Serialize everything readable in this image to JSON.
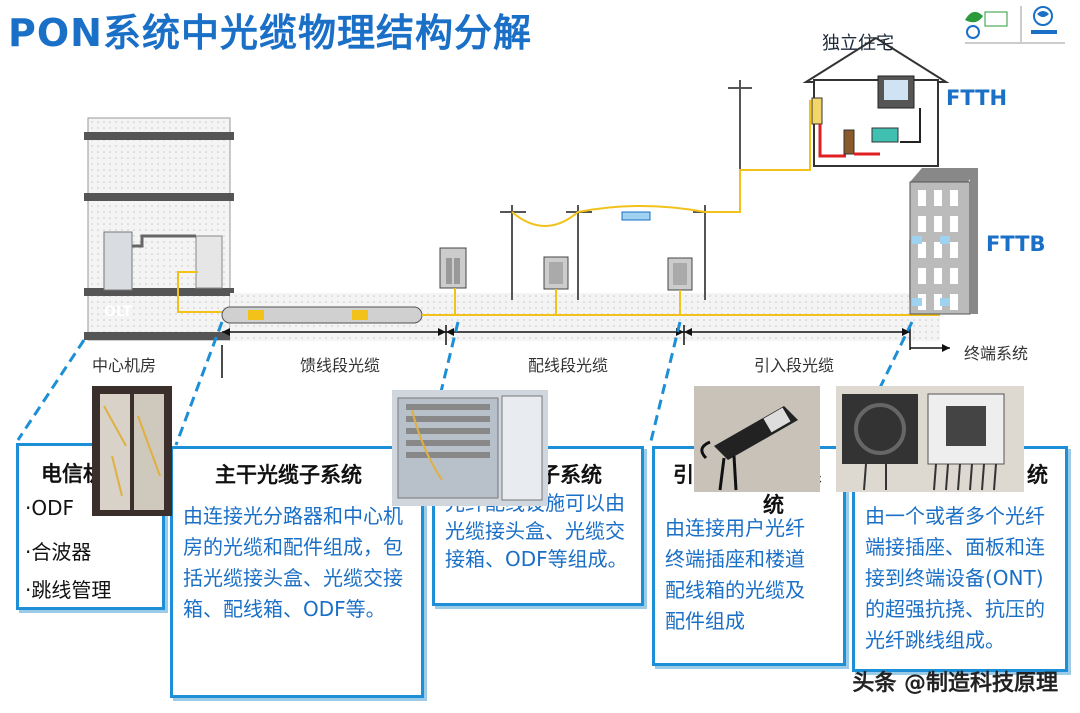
{
  "title": "PON系统中光缆物理结构分解",
  "labels": {
    "house": "独立住宅",
    "ftth": "FTTH",
    "fttb": "FTTB",
    "olt": "OLT",
    "central_office": "中心机房",
    "feeder": "馈线段光缆",
    "distribution": "配线段光缆",
    "drop": "引入段光缆",
    "terminal": "终端系统"
  },
  "boxes": {
    "telecom": {
      "heading": "电信机",
      "bullets": [
        "ODF",
        "合波器",
        "跳线管理"
      ]
    },
    "trunk": {
      "heading": "主干光缆子系统",
      "text": "由连接光分路器和中心机房的光缆和配件组成，包括光缆接头盒、光缆交接箱、配线箱、ODF等。"
    },
    "distribution": {
      "heading": "子系统",
      "text": "光纤配线设施可以由光缆接头盒、光缆交接箱、ODF等组成。"
    },
    "drop": {
      "heading_a": "引",
      "heading_b": "系",
      "heading_c": "统",
      "text": "由连接用户光纤终端插座和楼道配线箱的光缆及配件组成"
    },
    "terminal": {
      "heading": "统",
      "text": "由一个或者多个光纤端接插座、面板和连接到终端设备(ONT)的超强抗挠、抗压的光纤跳线组成。"
    }
  },
  "footer": "头条 @制造科技原理",
  "colors": {
    "title": "#1a6fc6",
    "border": "#1d8fd6",
    "fiber": "#f2c21b",
    "link": "#e02020"
  }
}
